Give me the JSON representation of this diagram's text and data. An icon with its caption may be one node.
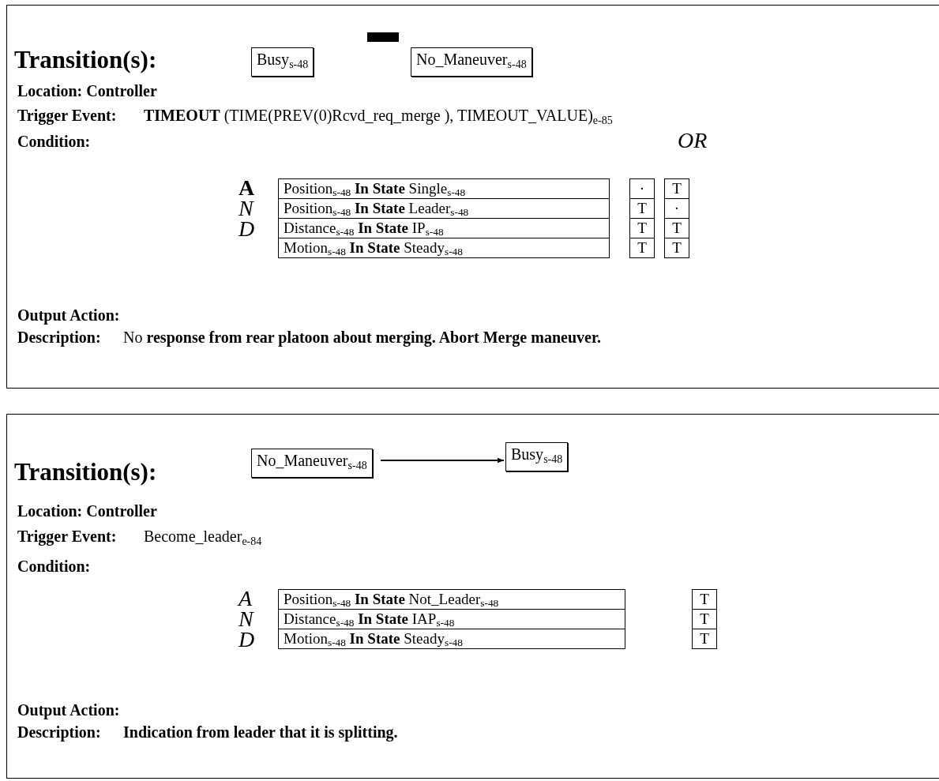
{
  "diagram": {
    "nodes": [
      {
        "text": [
          "Busy$_{s-48}$"
        ]
      },
      {
        "text": [
          "No_Maneuver$_{s-48}$"
        ]
      },
      {
        "text": [
          "No_Maneuver$_{s-48}$"
        ]
      },
      {
        "text": [
          "Busy$_{s-48}$"
        ]
      }
    ],
    "edges": [
      {
        "from": 2,
        "to": 3,
        "arrow": "to"
      }
    ],
    "labels": [
      "Transition(s):",
      "Location: Controller",
      "Trigger Event:",
      "**TIMEOUT** (TIME(PREV(0)Rcvd_req_merge ), TIMEOUT_VALUE)$_{e-85}$",
      "Condition:",
      "OR",
      "A",
      "N",
      "D",
      "Position$_{s-48}$ **In State** Single$_{s-48}$",
      "·",
      "T",
      "Position$_{s-48}$ **In State** Leader$_{s-48}$",
      "T",
      "·",
      "Distance$_{s-48}$ **In State** IP$_{s-48}$",
      "T",
      "T",
      "Motion$_{s-48}$ **In State** Steady$_{s-48}$",
      "T",
      "T",
      "Output Action:",
      "Description:",
      "No **response from rear platoon about merging. Abort Merge maneuver.**",
      "Transition(s):",
      "Location: Controller",
      "Trigger Event:",
      "Become_leader$_{e-84}$",
      "Condition:",
      "A",
      "N",
      "D",
      "Position$_{s-48}$ **In State** Not_Leader$_{s-48}$",
      "T",
      "Distance$_{s-48}$ **In State** IAP$_{s-48}$",
      "T",
      "Motion$_{s-48}$ **In State** Steady$_{s-48}$",
      "T",
      "Output Action:",
      "Description:",
      "Indication from leader that it is splitting."
    ]
  }
}
